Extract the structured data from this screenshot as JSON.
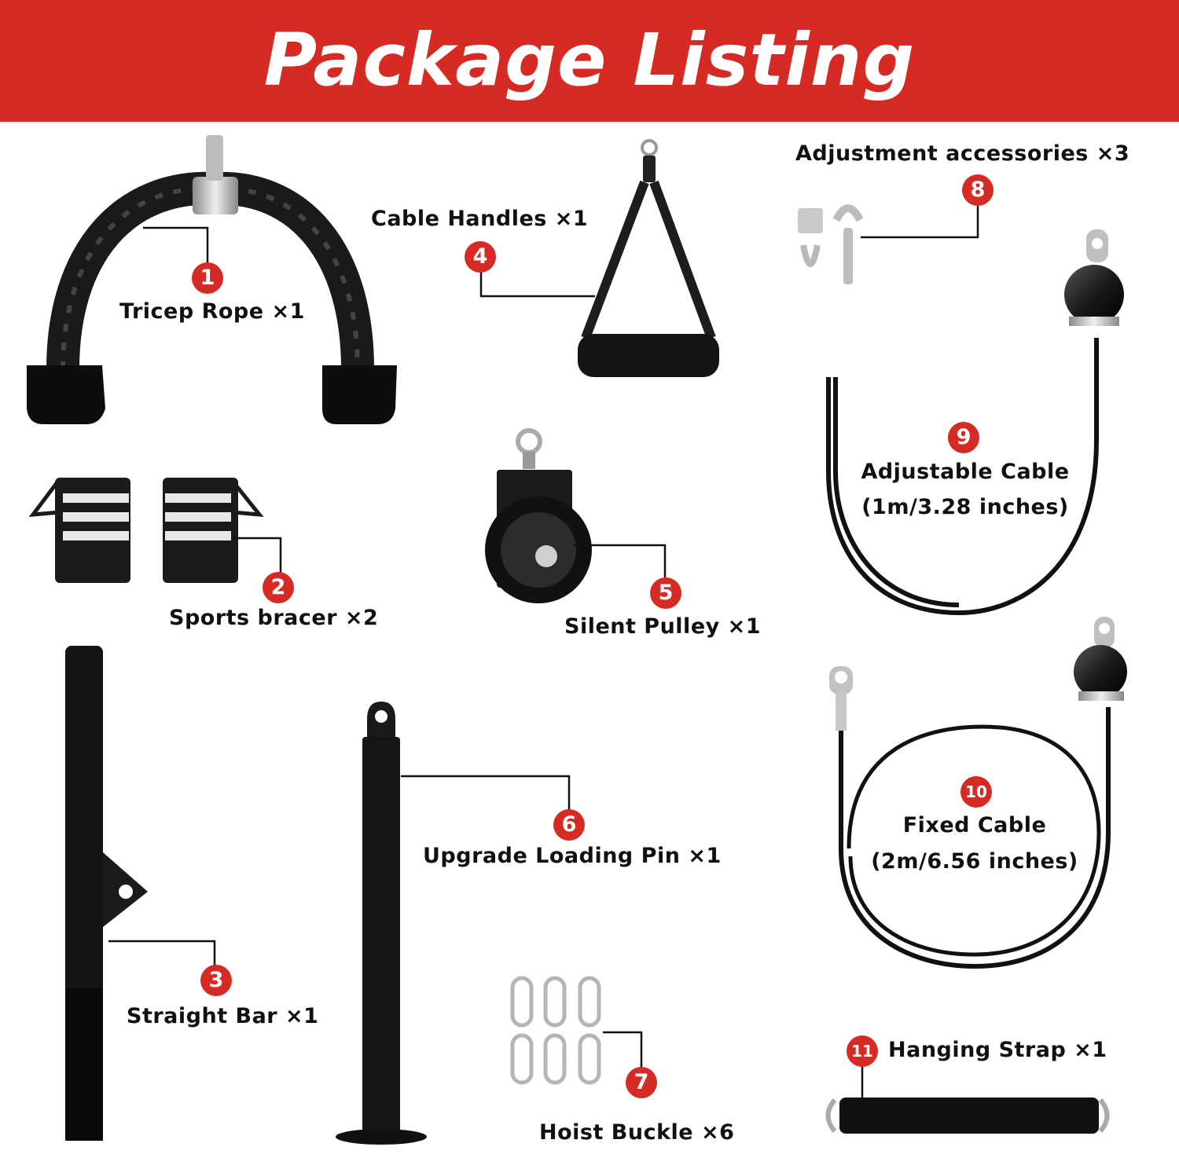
{
  "banner": {
    "title": "Package Listing"
  },
  "items": [
    {
      "number": "1",
      "name": "Tricep Rope ×1"
    },
    {
      "number": "2",
      "name": "Sports bracer ×2"
    },
    {
      "number": "3",
      "name": "Straight Bar ×1"
    },
    {
      "number": "4",
      "name": "Cable Handles ×1"
    },
    {
      "number": "5",
      "name": "Silent Pulley ×1"
    },
    {
      "number": "6",
      "name": "Upgrade Loading Pin ×1"
    },
    {
      "number": "7",
      "name": "Hoist Buckle ×6"
    },
    {
      "number": "8",
      "name": "Adjustment accessories ×3"
    },
    {
      "number": "9",
      "name": "Adjustable Cable",
      "detail": "(1m/3.28 inches)"
    },
    {
      "number": "10",
      "name": "Fixed Cable",
      "detail": "(2m/6.56 inches)"
    },
    {
      "number": "11",
      "name": "Hanging Strap ×1"
    }
  ],
  "colors": {
    "banner": "#d52b24",
    "badge": "#d52b24",
    "banner_text": "#ffffff",
    "label_text": "#111111"
  }
}
